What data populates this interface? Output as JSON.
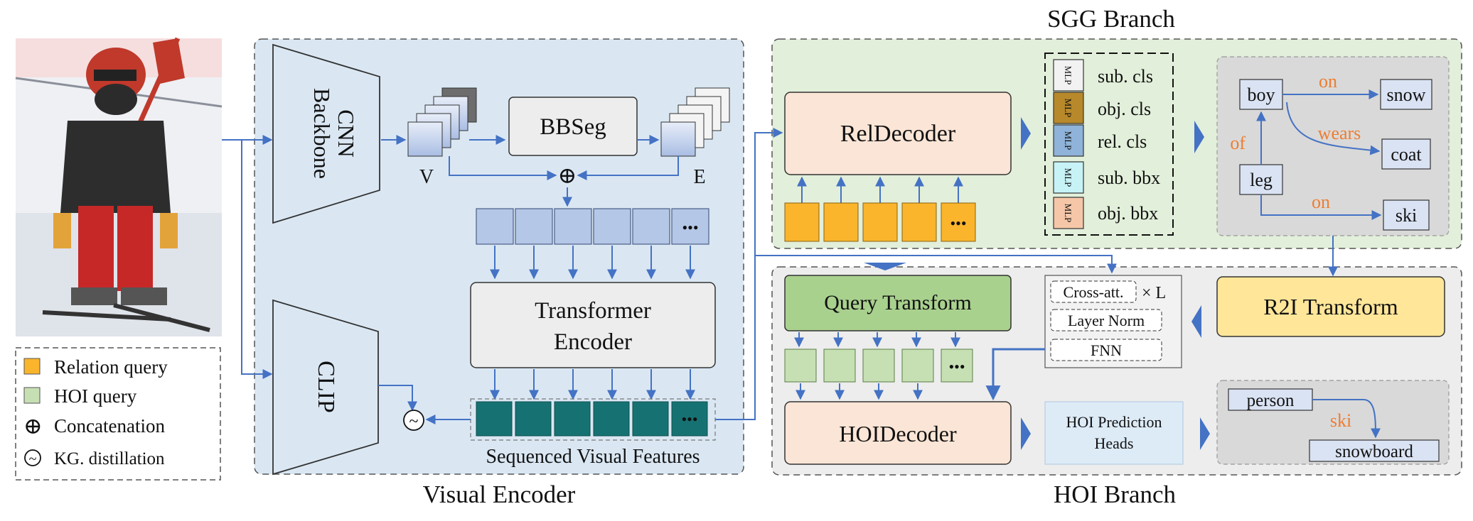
{
  "sections": {
    "sgg": "SGG Branch",
    "hoi": "HOI Branch",
    "visual": "Visual Encoder"
  },
  "legend": {
    "relation_query": "Relation query",
    "hoi_query": "HOI query",
    "concatenation": "Concatenation",
    "kg_distillation": "KG. distillation",
    "concat_symbol": "⊕",
    "distill_symbol": "~"
  },
  "encoder": {
    "cnn_line1": "CNN",
    "cnn_line2": "Backbone",
    "clip": "CLIP",
    "bbseg": "BBSeg",
    "v_label": "V",
    "e_label": "E",
    "transformer_line1": "Transformer",
    "transformer_line2": "Encoder",
    "seq_label": "Sequenced Visual Features",
    "ellipsis": "•••"
  },
  "sgg": {
    "reldecoder": "RelDecoder",
    "mlp": "MLP",
    "heads": [
      {
        "label": "sub. cls",
        "color": "#f2f2f2"
      },
      {
        "label": "obj. cls",
        "color": "#b8892a"
      },
      {
        "label": "rel. cls",
        "color": "#8fb3d9"
      },
      {
        "label": "sub. bbx",
        "color": "#c7f3f7"
      },
      {
        "label": "obj. bbx",
        "color": "#f5c7a8"
      }
    ],
    "graph": {
      "boy": "boy",
      "snow": "snow",
      "coat": "coat",
      "leg": "leg",
      "ski": "ski",
      "on1": "on",
      "wears": "wears",
      "of": "of",
      "on2": "on"
    }
  },
  "hoi": {
    "query_transform": "Query Transform",
    "cross_att": "Cross-att.",
    "times_l": "× L",
    "layer_norm": "Layer Norm",
    "fnn": "FNN",
    "r2i": "R2I Transform",
    "hoidecoder": "HOIDecoder",
    "pred_line1": "HOI Prediction",
    "pred_line2": "Heads",
    "person": "person",
    "ski": "ski",
    "snowboard": "snowboard"
  },
  "colors": {
    "relation_query": "#fbb52c",
    "hoi_query": "#c6e0b4",
    "visual_bg": "#dae7f3",
    "sgg_bg": "#e2efda",
    "hoi_bg": "#ededed",
    "arrow": "#4472c4",
    "edge_label": "#ed7d31",
    "seq_feature": "#167272"
  }
}
